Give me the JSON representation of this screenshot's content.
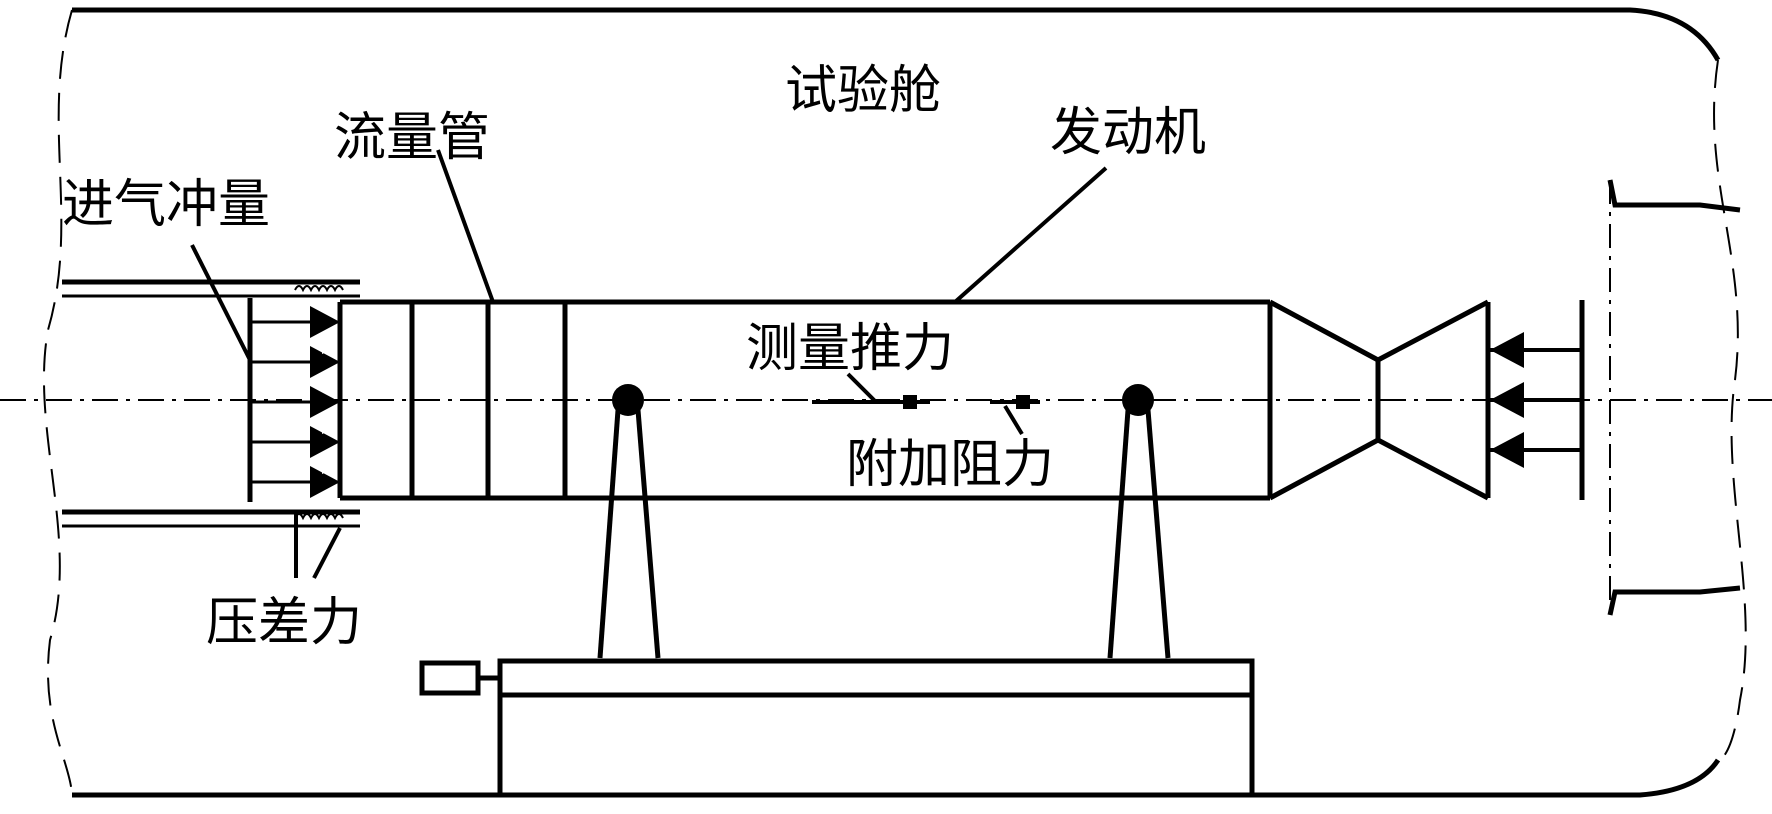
{
  "labels": {
    "test_chamber": "试验舱",
    "flow_tube": "流量管",
    "engine": "发动机",
    "inlet_momentum": "进气冲量",
    "measured_thrust": "测量推力",
    "additional_drag": "附加阻力",
    "pressure_diff_force": "压差力"
  },
  "colors": {
    "line": "#000000",
    "background": "#ffffff"
  }
}
